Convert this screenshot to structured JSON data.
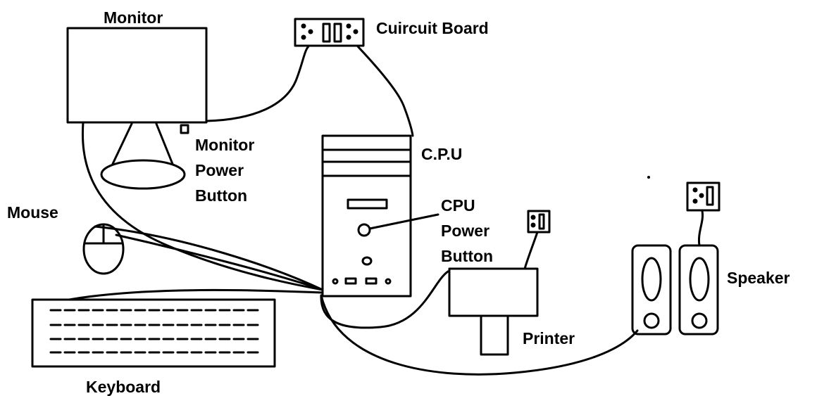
{
  "labels": {
    "monitor": "Monitor",
    "circuit_board": "Cuircuit Board",
    "monitor_power_button": [
      "Monitor",
      "Power",
      "Button"
    ],
    "cpu": "C.P.U",
    "cpu_power_button": [
      "CPU",
      "Power",
      "Button"
    ],
    "mouse": "Mouse",
    "speaker": "Speaker",
    "printer": "Printer",
    "keyboard": "Keyboard"
  },
  "colors": {
    "stroke": "#000000",
    "background": "#ffffff"
  }
}
